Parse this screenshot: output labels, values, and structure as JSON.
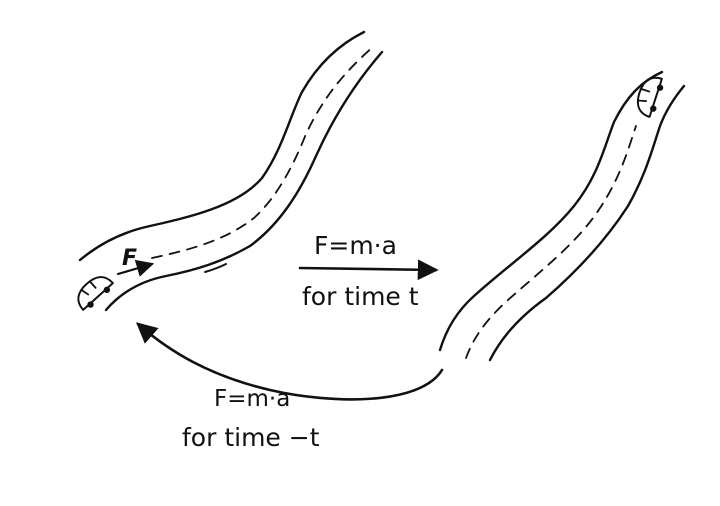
{
  "colors": {
    "ink": "#111111",
    "background": "#ffffff"
  },
  "left_road": {
    "car_icon": "car-icon",
    "force_label": "F"
  },
  "right_road": {
    "car_icon": "car-icon"
  },
  "forward": {
    "equation": "F=m·a",
    "duration": "for time t"
  },
  "reverse": {
    "equation": "F=m·a",
    "duration": "for time −t"
  }
}
